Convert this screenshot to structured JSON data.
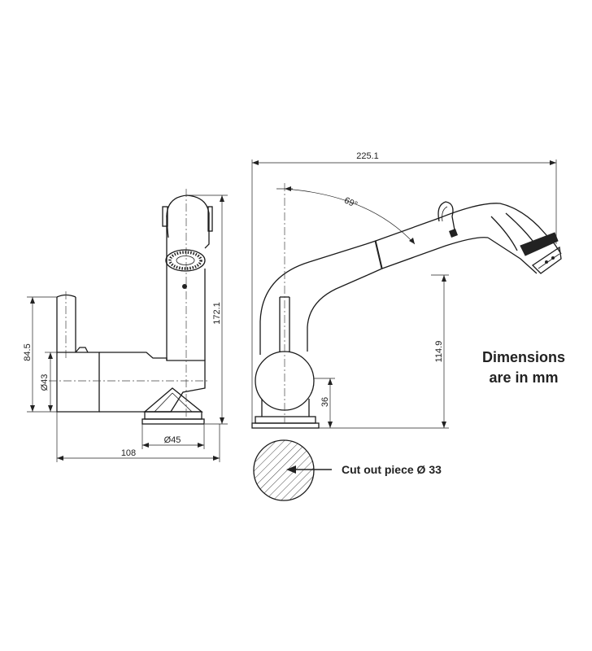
{
  "dimensions": {
    "overall_length": "225.1",
    "swivel_angle": "69°",
    "total_height": "172.1",
    "outlet_height": "114.9",
    "body_height": "36",
    "lever_height": "84.5",
    "body_diameter": "Ø43",
    "base_diameter": "Ø45",
    "side_depth": "108"
  },
  "notes": {
    "units_line1": "Dimensions",
    "units_line2": "are in mm",
    "cutout": "Cut out piece Ø 33"
  }
}
